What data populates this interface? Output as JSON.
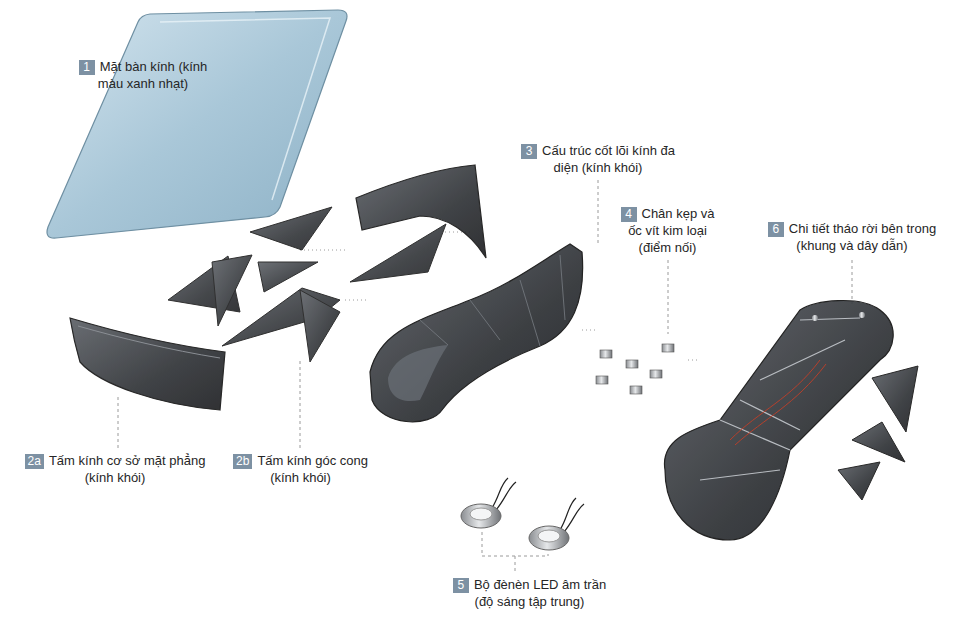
{
  "diagram": {
    "nodes": [
      {
        "text": [
          "1",
          "Mặt bàn kính (kính màu xanh nhạt)"
        ]
      },
      {
        "text": [
          "3",
          "Cấu trúc cốt lõi kính đa diện (kính khói)"
        ]
      },
      {
        "text": [
          "4",
          "Chân kẹp và ốc vít kim loại (điểm nối)"
        ]
      },
      {
        "text": [
          "6",
          "Chi tiết tháo rời bên trong (khung và dây dẫn)"
        ]
      },
      {
        "text": [
          "2a",
          "Tấm kính cơ sở mặt phẳng (kính khói)"
        ]
      },
      {
        "text": [
          "2b",
          "Tấm kính góc cong (kính khói)"
        ]
      },
      {
        "text": [
          "5",
          "Bộ đènèn LED âm trần (độ sáng tập trung)"
        ]
      }
    ]
  }
}
